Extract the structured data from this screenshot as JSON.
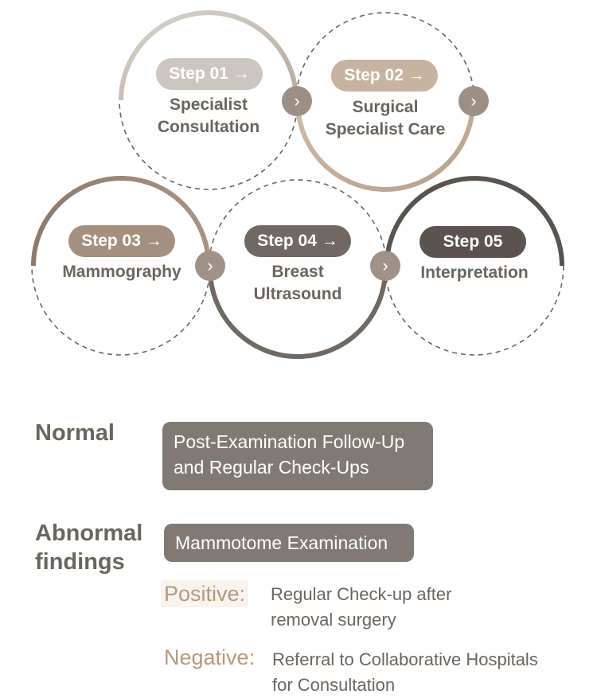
{
  "steps": [
    {
      "badge": "Step 01 →",
      "title": "Specialist\nConsultation",
      "color": "#ccc6c1"
    },
    {
      "badge": "Step 02 →",
      "title": "Surgical\nSpecialist Care",
      "color": "#c7b39f"
    },
    {
      "badge": "Step 03 →",
      "title": "Mammography",
      "color": "#a58f7e"
    },
    {
      "badge": "Step 04 →",
      "title": "Breast\nUltrasound",
      "color": "#6f6863"
    },
    {
      "badge": "Step 05",
      "title": "Interpretation",
      "color": "#5a5350"
    }
  ],
  "connector_symbol": "›",
  "connector_colors": [
    "#9c8f85",
    "#9c8f85",
    "#a09287",
    "#a09287"
  ],
  "normal": {
    "label": "Normal",
    "result": "Post-Examination Follow-Up\nand Regular Check-Ups"
  },
  "abnormal": {
    "label": "Abnormal\nfindings",
    "result": "Mammotome Examination",
    "positive": {
      "label": "Positive:",
      "text": "Regular Check-up after\nremoval surgery"
    },
    "negative": {
      "label": "Negative:",
      "text": "Referral to Collaborative Hospitals\nfor Consultation"
    }
  }
}
